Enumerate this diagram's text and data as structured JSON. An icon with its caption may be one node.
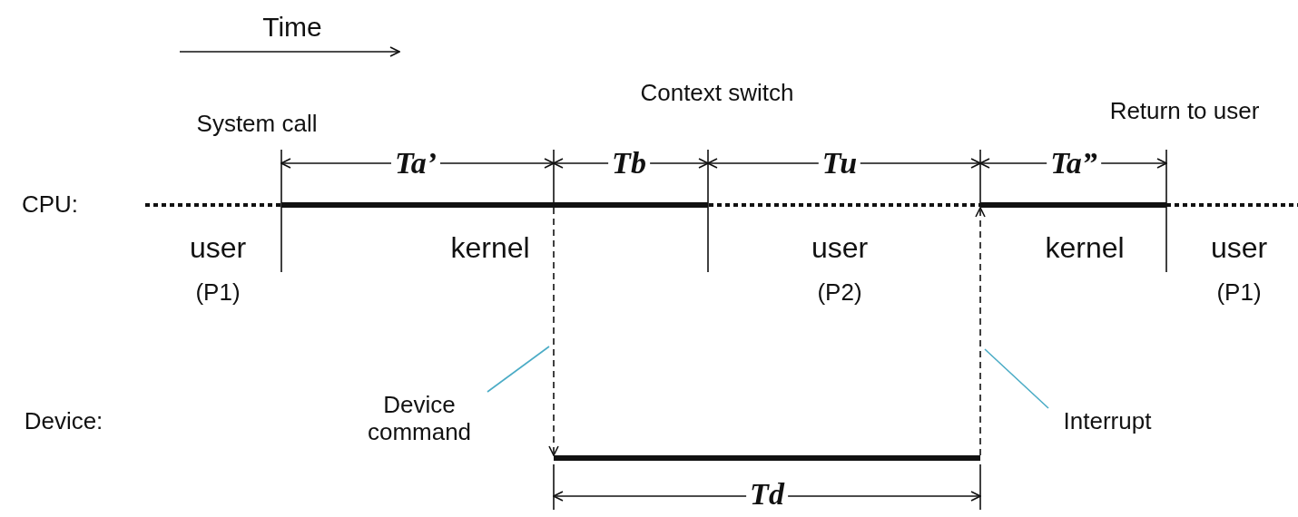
{
  "diagram": {
    "nodes": [
      {
        "text": [
          "Device command"
        ]
      },
      {
        "text": [
          "Interrupt"
        ]
      },
      {
        "text": [],
        "shape": "bar"
      },
      {
        "text": [],
        "shape": "bar"
      },
      {
        "text": [],
        "shape": "bar"
      }
    ],
    "edges": [
      {
        "from": 2,
        "to": 4,
        "arrow": "to",
        "style": "dashed"
      },
      {
        "from": 4,
        "to": 3,
        "arrow": "to",
        "style": "dashed"
      },
      {
        "from": 0,
        "to": null,
        "arrow": "none",
        "color": "#4bacc6"
      },
      {
        "from": 1,
        "to": null,
        "arrow": "none",
        "color": "#4bacc6"
      }
    ],
    "labels": [
      "Time",
      "Context switch",
      "System call",
      "Return to user",
      "Ta’",
      "Tb",
      "Tu",
      "Ta”",
      "CPU:",
      "user",
      "kernel",
      "user",
      "kernel",
      "user",
      "(P1)",
      "(P2)",
      "(P1)",
      "Device:",
      "Td"
    ]
  }
}
